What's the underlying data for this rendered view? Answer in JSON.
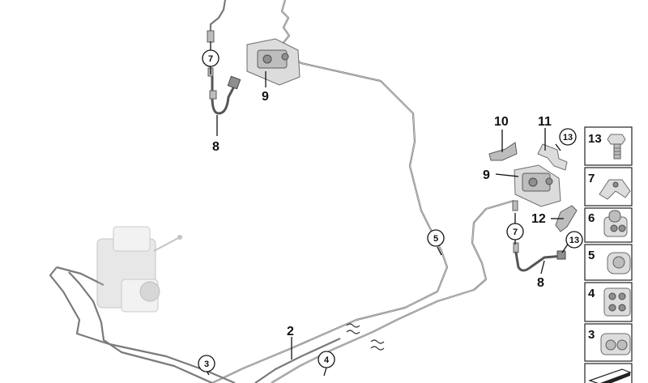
{
  "callouts": {
    "plain": [
      {
        "id": "c-2",
        "text": "2"
      },
      {
        "id": "c-8a",
        "text": "8"
      },
      {
        "id": "c-8b",
        "text": "8"
      },
      {
        "id": "c-9a",
        "text": "9"
      },
      {
        "id": "c-9b",
        "text": "9"
      },
      {
        "id": "c-10",
        "text": "10"
      },
      {
        "id": "c-11",
        "text": "11"
      },
      {
        "id": "c-12",
        "text": "12"
      }
    ],
    "circled": [
      {
        "id": "cc-3",
        "text": "3"
      },
      {
        "id": "cc-4",
        "text": "4"
      },
      {
        "id": "cc-5",
        "text": "5"
      },
      {
        "id": "cc-7a",
        "text": "7"
      },
      {
        "id": "cc-7b",
        "text": "7"
      },
      {
        "id": "cc-13a",
        "text": "13"
      },
      {
        "id": "cc-13b",
        "text": "13"
      }
    ]
  },
  "legend": {
    "items": [
      {
        "number": "13",
        "icon": "bolt-icon"
      },
      {
        "number": "7",
        "icon": "bracket-clip-icon"
      },
      {
        "number": "6",
        "icon": "double-clip-icon"
      },
      {
        "number": "5",
        "icon": "single-clip-icon"
      },
      {
        "number": "4",
        "icon": "quad-clip-icon"
      },
      {
        "number": "3",
        "icon": "twin-clip-icon"
      },
      {
        "number": "",
        "icon": "cut-shim-icon"
      }
    ]
  },
  "colors": {
    "pipe": "#7a7a7a",
    "label": "#111111",
    "part": "#c0c0c0"
  }
}
